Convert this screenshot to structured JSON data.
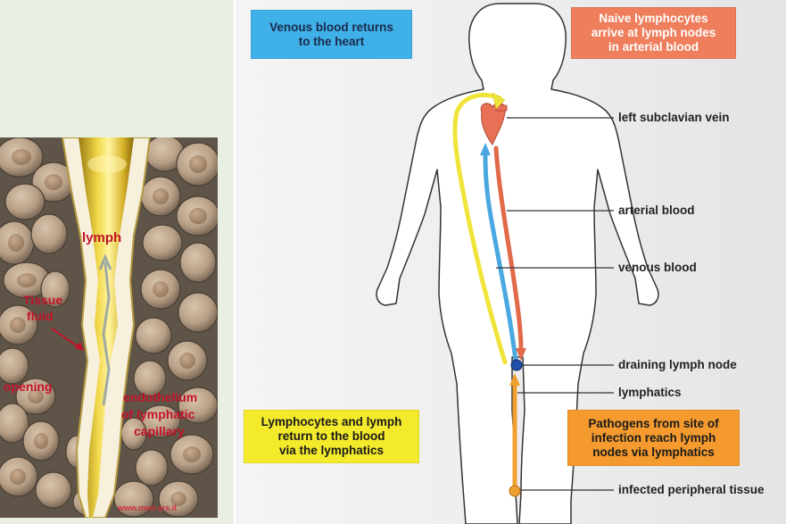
{
  "boxes": {
    "venous": [
      "Venous blood returns",
      "to the heart"
    ],
    "naive": [
      "Naive lymphocytes",
      "arrive at lymph nodes",
      "in arterial blood"
    ],
    "lymphocytes": [
      "Lymphocytes and lymph",
      "return to the blood",
      "via the lymphatics"
    ],
    "pathogens": [
      "Pathogens from site of",
      "infection reach lymph",
      "nodes via lymphatics"
    ]
  },
  "labels": {
    "subclavian": "left subclavian vein",
    "arterial": "arterial blood",
    "venous": "venous blood",
    "node": "draining lymph node",
    "lymphatics": "lymphatics",
    "infected": "infected peripheral tissue"
  },
  "micro": {
    "lymph": "lymph",
    "tissue": "Tissue",
    "fluid": "fluid",
    "opening": "opening",
    "endo1": "endothelium",
    "endo2": "of lymphatic",
    "endo3": "capillary",
    "watermark": "www.med-ars.it"
  },
  "colors": {
    "venous_box": "#3fb0e8",
    "naive_box": "#ee7e5c",
    "lymphocytes_box": "#f3ea2c",
    "pathogens_box": "#f49a2e",
    "vein": "#4aa8e0",
    "artery": "#e06a4a",
    "lymph": "#f0e43a",
    "pathogen_path": "#f0a030",
    "node": "#1f4fa8",
    "micro_label": "#c4122a"
  }
}
